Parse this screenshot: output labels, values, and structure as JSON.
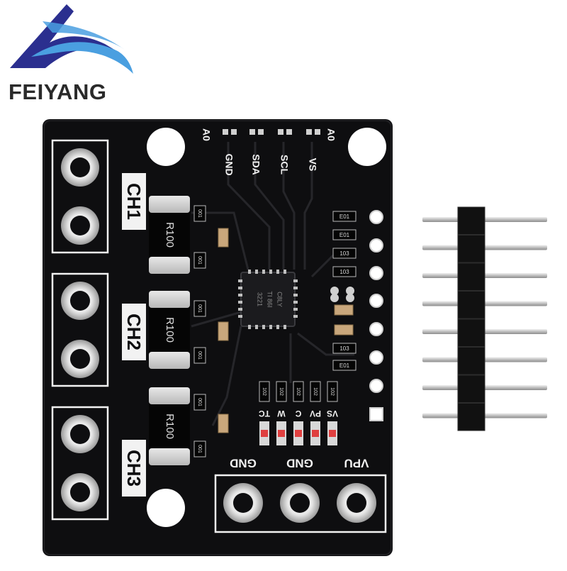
{
  "brand": {
    "name": "FEIYANG",
    "logo_colors": {
      "navy": "#2b2f8f",
      "sky": "#4a9fe0"
    }
  },
  "board": {
    "color": "#0e0e10",
    "silk_color": "#f2f2f2",
    "channels": [
      "CH1",
      "CH2",
      "CH3"
    ],
    "shunt_resistor_marking": "R100",
    "small_resistor_marking": "001",
    "top_pins": [
      "A0",
      "GND",
      "SDA",
      "SCL",
      "VS",
      "A0"
    ],
    "ic_marking": [
      "3221",
      "TI 86I",
      "C8LY"
    ],
    "right_resistor_markings": [
      "E01",
      "E01",
      "103",
      "103",
      "103",
      "E01"
    ],
    "led_resistor_marking": "102",
    "led_labels": [
      "TC",
      "W",
      "C",
      "PV",
      "VS"
    ],
    "bottom_terminals": [
      "GND",
      "GND",
      "VPU"
    ]
  },
  "header": {
    "pin_count": 8,
    "housing_color": "#111111",
    "pin_color": "#c9c9c9"
  }
}
